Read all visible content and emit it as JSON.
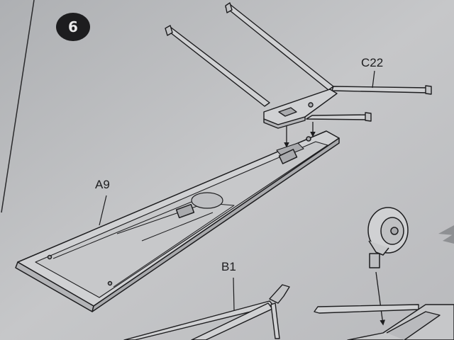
{
  "step": {
    "number": "6"
  },
  "parts": {
    "c22": {
      "label": "C22"
    },
    "a9": {
      "label": "A9"
    },
    "b1": {
      "label": "B1"
    }
  },
  "colors": {
    "paper": "#bfc0c2",
    "ink": "#1d1d1f",
    "part_fill": "#d0d1d3"
  }
}
